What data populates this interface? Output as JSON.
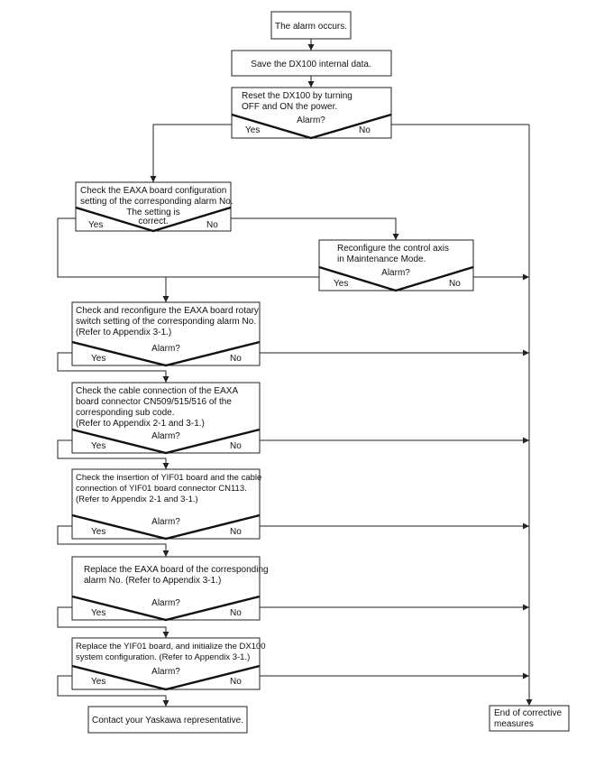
{
  "flowchart": {
    "start": "The alarm occurs.",
    "save": "Save the DX100 internal data.",
    "reset": [
      "Reset the DX100 by turning",
      "OFF and ON the power."
    ],
    "q_alarm": "Alarm?",
    "yes": "Yes",
    "no": "No",
    "check_config": [
      "Check the EAXA board configuration",
      "setting of the corresponding alarm No."
    ],
    "q_setting": [
      "The setting is",
      "correct."
    ],
    "reconfigure": [
      "Reconfigure the control axis",
      "in Maintenance Mode."
    ],
    "rotary": [
      "Check and reconfigure the EAXA board rotary",
      "switch setting of the corresponding alarm No.",
      "(Refer to Appendix 3-1.)"
    ],
    "cable": [
      "Check the cable connection of the EAXA",
      "board connector CN509/515/516 of the",
      "corresponding sub code.",
      "(Refer to Appendix 2-1 and 3-1.)"
    ],
    "yif01_check": [
      "Check the insertion of YIF01 board and the cable",
      "connection of YIF01 board connector CN113.",
      "(Refer to Appendix 2-1 and 3-1.)"
    ],
    "replace_eaxa": [
      "Replace the EAXA board of the corresponding",
      "alarm No. (Refer to Appendix 3-1.)"
    ],
    "replace_yif01": [
      "Replace the YIF01 board, and initialize the DX100",
      "system configuration. (Refer to Appendix 3-1.)"
    ],
    "contact": "Contact your Yaskawa representative.",
    "end": [
      "End of corrective",
      "measures"
    ]
  }
}
